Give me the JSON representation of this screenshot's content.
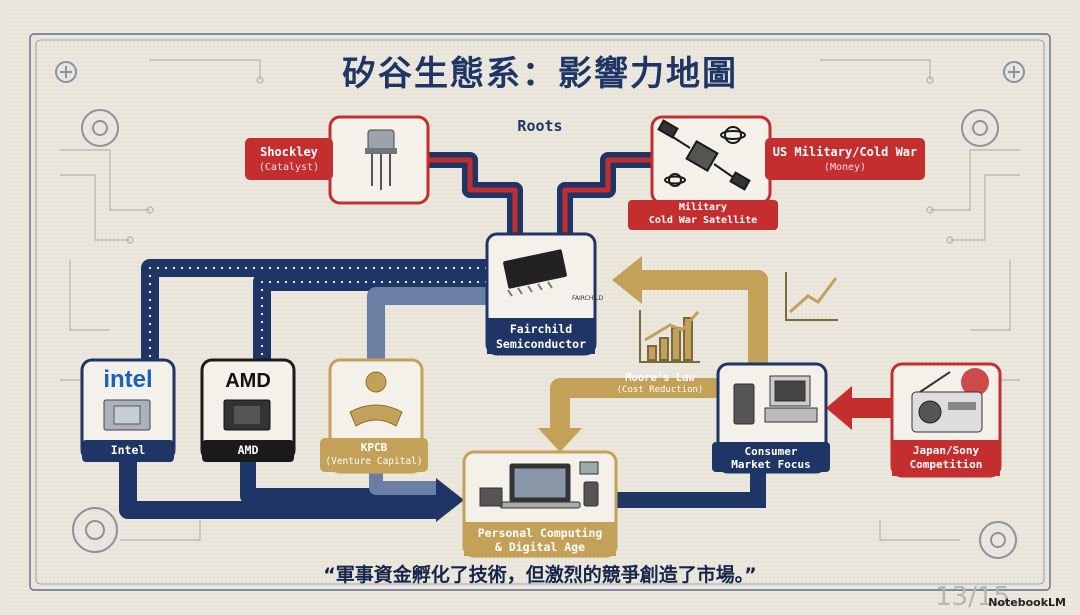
{
  "title": "矽谷生態系：影響力地圖",
  "roots_label": "Roots",
  "shockley": {
    "name": "Shockley",
    "sub": "(Catalyst)"
  },
  "military": {
    "name": "US Military/Cold War",
    "sub": "(Money)"
  },
  "satellite_caption": {
    "line1": "Military",
    "line2": "Cold War  Satellite"
  },
  "fairchild": {
    "line1": "Fairchild",
    "line2": "Semiconductor"
  },
  "intel": {
    "logo": "intel",
    "label": "Intel"
  },
  "amd": {
    "logo": "AMD",
    "label": "AMD"
  },
  "kpcb": {
    "name": "KPCB",
    "sub": "(Venture Capital)"
  },
  "moores_law": {
    "name": "Moore's Law",
    "sub": "(Cost Reduction)"
  },
  "consumer": {
    "line1": "Consumer",
    "line2": "Market Focus"
  },
  "japan": {
    "line1": "Japan/Sony",
    "line2": "Competition"
  },
  "personal": {
    "line1": "Personal Computing",
    "line2": "& Digital Age"
  },
  "quote": "“軍事資金孵化了技術，但激烈的競爭創造了市場。”",
  "page_number": "13/15",
  "brand": "NotebookLM",
  "colors": {
    "navy": "#1e3565",
    "red": "#c42e2e",
    "gold": "#c4a158",
    "black": "#222222",
    "paper": "#ebe7dd"
  }
}
